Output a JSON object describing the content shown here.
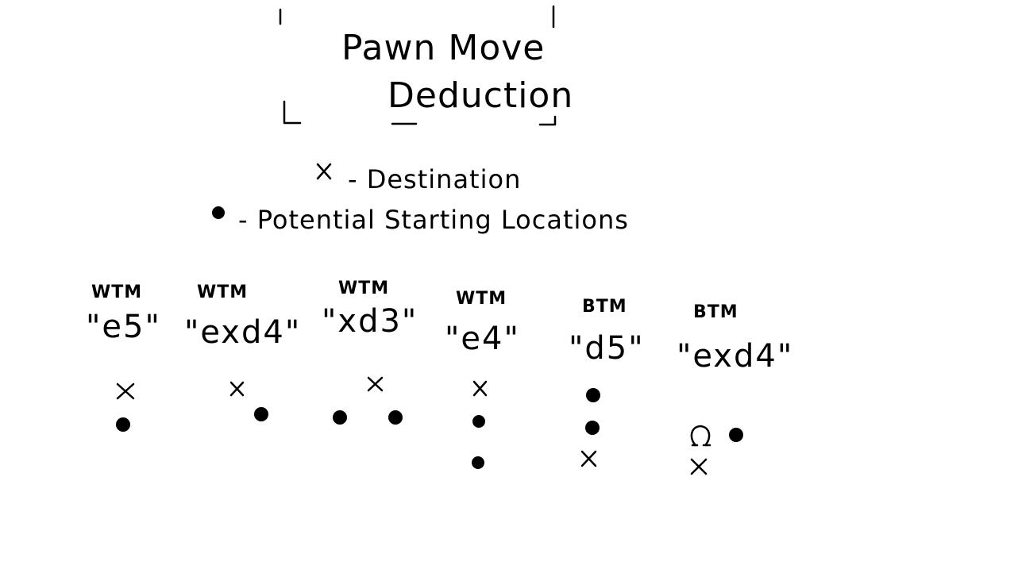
{
  "title": {
    "line1": "Pawn Move",
    "line2": "Deduction"
  },
  "legend": [
    {
      "symbol": "x",
      "symbol_icon": "cross-icon",
      "text": "- Destination"
    },
    {
      "symbol": "●",
      "symbol_icon": "dot-icon",
      "text": "- Potential Starting Locations"
    }
  ],
  "examples": [
    {
      "side": "WTM",
      "move": "\"e5\""
    },
    {
      "side": "WTM",
      "move": "\"exd4\""
    },
    {
      "side": "WTM",
      "move": "\"xd3\""
    },
    {
      "side": "WTM",
      "move": "\"e4\""
    },
    {
      "side": "BTM",
      "move": "\"d5\""
    },
    {
      "side": "BTM",
      "move": "\"exd4\""
    }
  ]
}
